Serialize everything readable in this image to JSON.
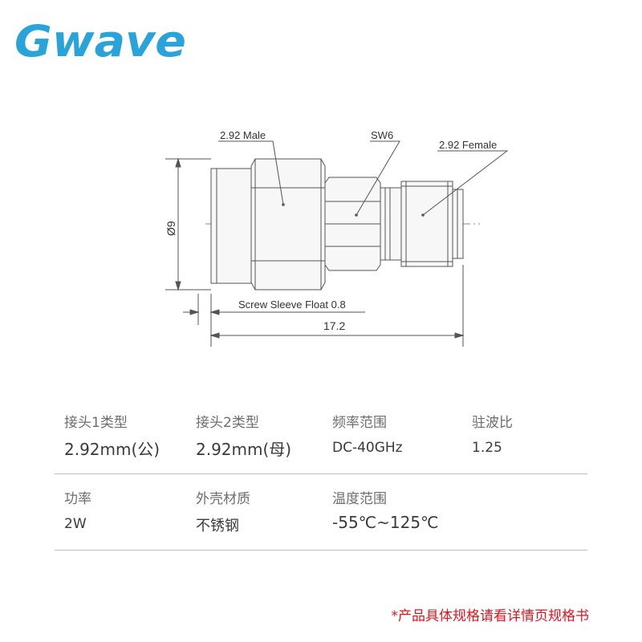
{
  "brand": {
    "logo_text": "Gwave",
    "logo_color": "#29a3d9"
  },
  "drawing": {
    "label_male": "2.92 Male",
    "label_sw": "SW6",
    "label_female": "2.92 Female",
    "dim_diameter": "Ø9",
    "dim_float": "Screw Sleeve Float 0.8",
    "dim_length": "17.2"
  },
  "specs": {
    "row1": [
      {
        "label": "接头1类型",
        "value": "2.92mm(公)"
      },
      {
        "label": "接头2类型",
        "value": "2.92mm(母)"
      },
      {
        "label": "频率范围",
        "value": "DC-40GHz"
      },
      {
        "label": "驻波比",
        "value": "1.25"
      }
    ],
    "row2": [
      {
        "label": "功率",
        "value": "2W"
      },
      {
        "label": "外壳材质",
        "value": "不锈钢"
      },
      {
        "label": "温度范围",
        "value": "-55℃~125℃"
      }
    ]
  },
  "footnote": "*产品具体规格请看详情页规格书",
  "colors": {
    "footnote": "#e0141e",
    "line": "#555555"
  }
}
